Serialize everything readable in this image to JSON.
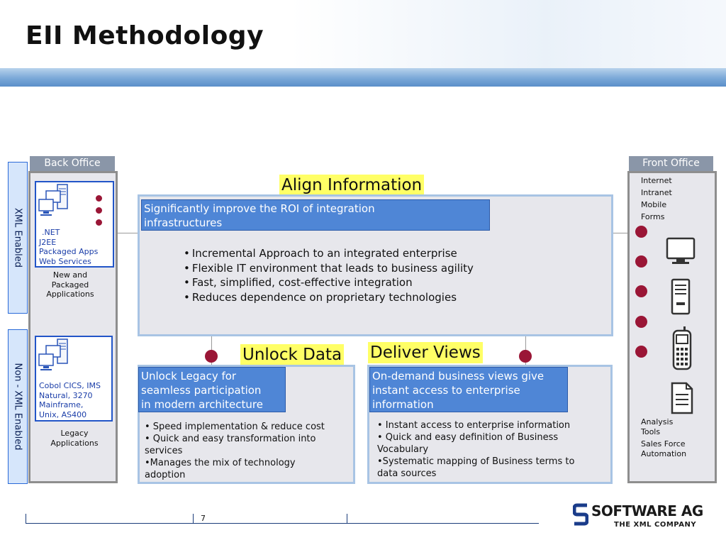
{
  "title": "EII Methodology",
  "tabs": {
    "back_office": "Back Office",
    "front_office": "Front Office"
  },
  "side_labels": {
    "xml": "XML Enabled",
    "non_xml": "Non - XML Enabled"
  },
  "back_office": {
    "new_apps": {
      "techs": [
        ".NET",
        "J2EE",
        "Packaged Apps",
        "Web Services"
      ],
      "caption": [
        "New and",
        "Packaged",
        "Applications"
      ]
    },
    "legacy_apps": {
      "techs": [
        "Cobol CICS, IMS",
        "Natural, 3270",
        "Mainframe,",
        "Unix, AS400"
      ],
      "caption": [
        "Legacy",
        "Applications"
      ]
    }
  },
  "align": {
    "title": "Align Information",
    "header": [
      "Significantly improve the ROI of integration",
      "infrastructures"
    ],
    "bullets": [
      "Incremental Approach to an integrated enterprise",
      "Flexible IT environment that leads to business agility",
      "Fast, simplified, cost-effective integration",
      "Reduces dependence on proprietary technologies"
    ]
  },
  "unlock": {
    "title": "Unlock Data",
    "header": [
      "Unlock Legacy for",
      "seamless participation",
      "in modern architecture"
    ],
    "bullets": [
      "• Speed implementation & reduce cost",
      "• Quick and easy transformation into",
      "services",
      "•Manages the  mix of technology",
      "adoption"
    ]
  },
  "deliver": {
    "title": "Deliver Views",
    "header": [
      "On-demand business views give",
      "instant access to enterprise",
      "information"
    ],
    "bullets": [
      "• Instant access to enterprise information",
      "• Quick and easy definition of Business",
      "Vocabulary",
      "•Systematic mapping of Business terms to",
      "data sources"
    ]
  },
  "front_office": {
    "channels": [
      "Internet",
      "Intranet",
      "Mobile",
      "Forms"
    ],
    "tools": [
      "Analysis",
      "Tools",
      "Sales Force",
      "Automation"
    ]
  },
  "footer": {
    "page_number": "7",
    "logo_main": "SOFTWARE AG",
    "logo_sub": "THE XML COMPANY"
  },
  "colors": {
    "accent_blue": "#4f86d6",
    "dot_red": "#9a1636",
    "highlight_yellow": "#ffff66",
    "tab_gray": "#8a96a8"
  }
}
